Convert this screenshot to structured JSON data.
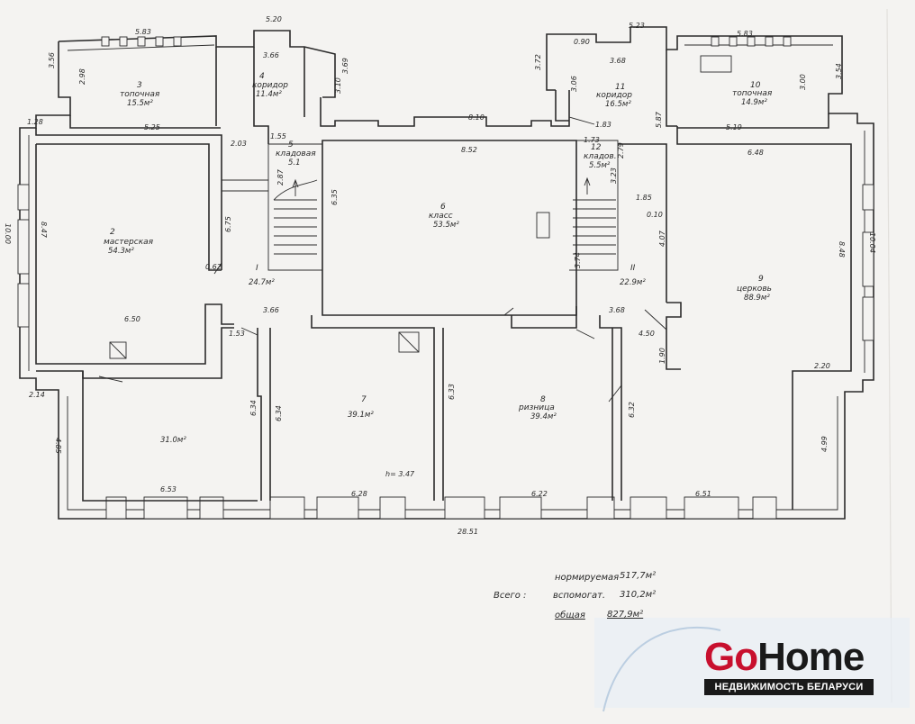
{
  "rooms": [
    {
      "num": "2",
      "name": "мастерская",
      "area": "54.3м²"
    },
    {
      "num": "3",
      "name": "топочная",
      "area": "15.5м²"
    },
    {
      "num": "4",
      "name": "коридор",
      "area": "11.4м²"
    },
    {
      "num": "5",
      "name": "кладовая",
      "area": "5.1"
    },
    {
      "num": "6",
      "name": "класс",
      "area": "53.5м²"
    },
    {
      "num": "7",
      "name": "",
      "area": "39.1м²"
    },
    {
      "num": "8",
      "name": "ризница",
      "area": "39.4м²"
    },
    {
      "num": "9",
      "name": "церковь",
      "area": "88.9м²"
    },
    {
      "num": "10",
      "name": "топочная",
      "area": "14.9м²"
    },
    {
      "num": "11",
      "name": "коридор",
      "area": "16.5м²"
    },
    {
      "num": "12",
      "name": "кладов.",
      "area": "5.5м²"
    },
    {
      "num": "I",
      "name": "",
      "area": "24.7м²"
    },
    {
      "num": "II",
      "name": "",
      "area": "22.9м²"
    },
    {
      "num": "",
      "name": "",
      "area": "31.0м²"
    }
  ],
  "dimensions": {
    "top_520": "5.20",
    "top_523": "5.23",
    "top_583a": "5.83",
    "top_583b": "5.83",
    "d356": "3.56",
    "d298": "2.98",
    "d366": "3.66",
    "d310": "3.10",
    "d369": "3.69",
    "d372": "3.72",
    "d306": "3.06",
    "d368": "3.68",
    "d300": "3.00",
    "d354": "3.54",
    "d090": "0.90",
    "d128": "1.28",
    "d525": "5.25",
    "d810": "8.10",
    "d852": "8.52",
    "d587": "5.87",
    "d519": "5.19",
    "d203": "2.03",
    "d155": "1.55",
    "d183": "1.83",
    "d173": "1.73",
    "d279": "2.79",
    "d287": "2.87",
    "d323": "3.23",
    "d185": "1.85",
    "d010": "0.10",
    "d648": "6.48",
    "d1000": "10.00",
    "d847": "8.47",
    "d675": "6.75",
    "d062": "0.62",
    "d635": "6.35",
    "d374a": "3.74",
    "d407": "4.07",
    "d848": "8.48",
    "d1004": "10.04",
    "d650": "6.50",
    "d366b": "3.66",
    "d153": "1.53",
    "d368b": "3.68",
    "d450": "4.50",
    "d190": "1.90",
    "d220": "2.20",
    "d214": "2.14",
    "d634a": "6.34",
    "d634b": "6.34",
    "d633": "6.33",
    "d632": "6.32",
    "d499": "4.99",
    "d485": "4.85",
    "d653": "6.53",
    "d628": "6.28",
    "d622": "6.22",
    "d651": "6.51",
    "d2851": "28.51",
    "height": "h= 3.47"
  },
  "summary": {
    "label": "Всего :",
    "normalized_label": "нормируемая",
    "normalized_value": "517,7м²",
    "auxiliary_label": "вспомогат.",
    "auxiliary_value": "310,2м²",
    "total_label": "общая",
    "total_value": "827,9м²"
  },
  "logo": {
    "go": "Go",
    "home": "Home",
    "tagline": "НЕДВИЖИМОСТЬ БЕЛАРУСИ",
    "brand_red": "#c8102e",
    "brand_dark": "#1a1a1a"
  }
}
